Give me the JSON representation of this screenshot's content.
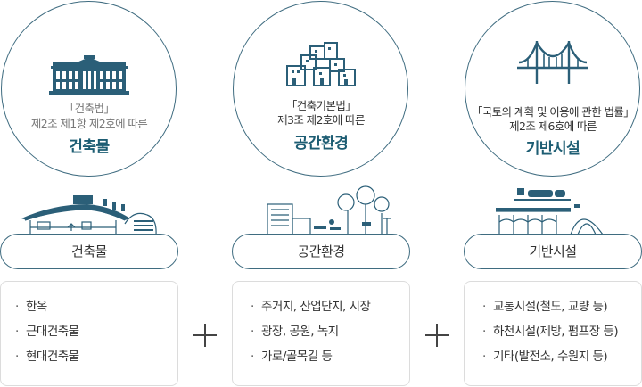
{
  "columns": [
    {
      "law": "「건축법」",
      "article": "제2조 제1항 제2호에 따른",
      "title": "건축물",
      "pill": "건축물",
      "items": [
        "한옥",
        "근대건축물",
        "현대건축물"
      ]
    },
    {
      "law": "「건축기본법」",
      "article": "제3조 제2호에 따른",
      "title": "공간환경",
      "pill": "공간환경",
      "items": [
        "주거지, 산업단지, 시장",
        "광장, 공원, 녹지",
        "가로/골목길 등"
      ]
    },
    {
      "law": "「국토의 계획 및 이용에 관한 법률」",
      "article": "제2조 제6호에 따른",
      "title": "기반시설",
      "pill": "기반시설",
      "items": [
        "교통시설(철도, 교량 등)",
        "하천시설(제방, 펌프장 등)",
        "기타(발전소, 수원지 등)"
      ]
    }
  ],
  "bullet": "·",
  "colors": {
    "accent": "#1d5d73",
    "outline": "#3f6c80"
  },
  "icons": [
    "building-icon",
    "town-icon",
    "bridge-icon",
    "hanok-illustration",
    "park-city-illustration",
    "infrastructure-illustration",
    "plus-icon"
  ]
}
